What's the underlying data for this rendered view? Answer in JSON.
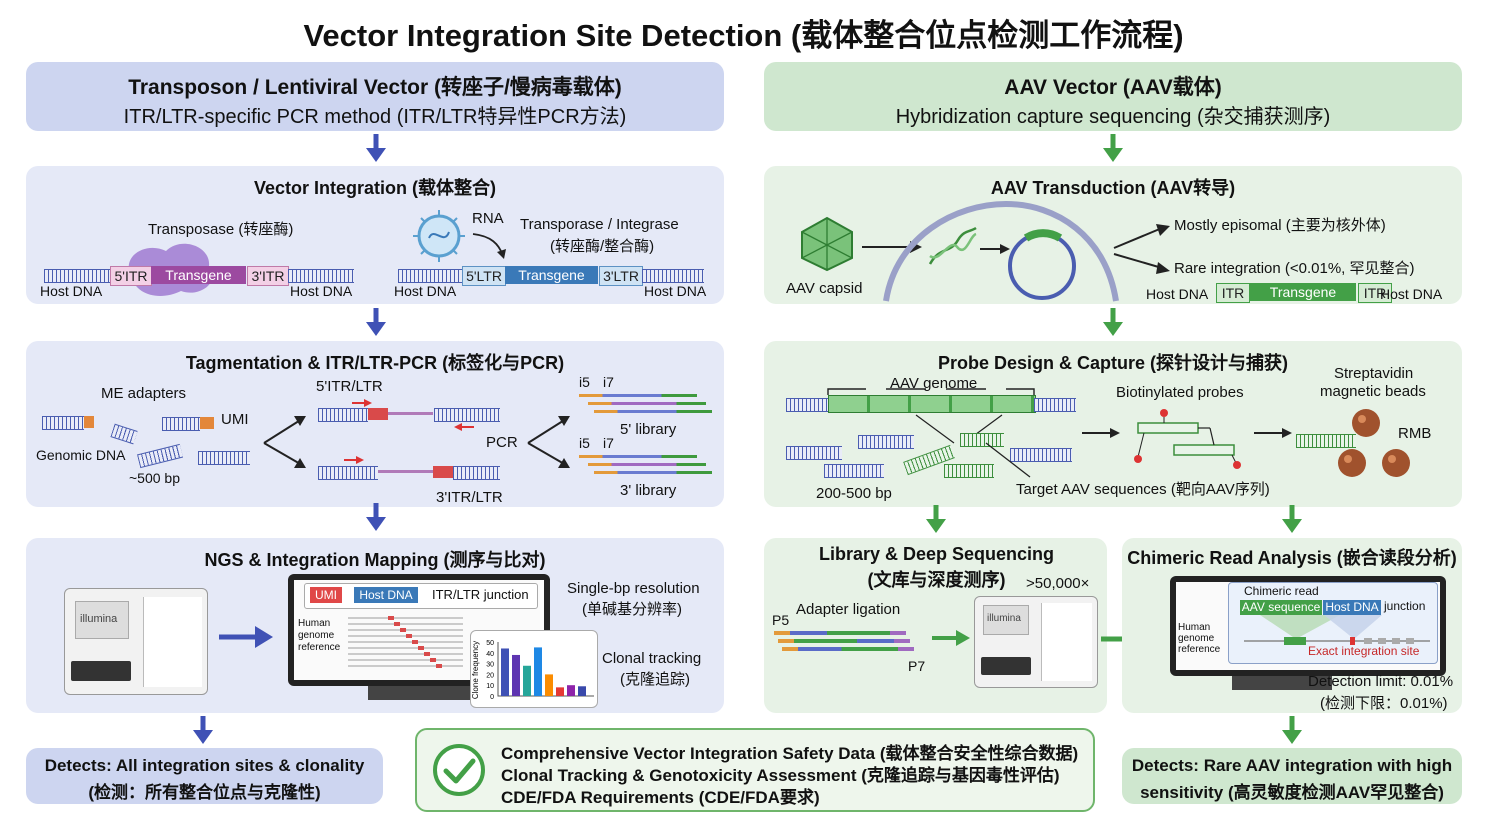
{
  "title": "Vector Integration Site Detection (载体整合位点检测工作流程)",
  "left": {
    "header": {
      "line1": "Transposon / Lentiviral Vector (转座子/慢病毒载体)",
      "line2": "ITR/LTR-specific PCR method (ITR/LTR特异性PCR方法)"
    },
    "integration": {
      "title": "Vector Integration (载体整合)",
      "transposase": "Transposase (转座酶)",
      "itr5": "5'ITR",
      "transgene": "Transgene",
      "itr3": "3'ITR",
      "host_dna": "Host DNA",
      "rna": "RNA",
      "transporase_integrase": "Transporase / Integrase",
      "transporase_integrase_cn": "(转座酶/整合酶)",
      "ltr5": "5'LTR",
      "ltr3": "3'LTR"
    },
    "tagmentation": {
      "title": "Tagmentation & ITR/LTR-PCR (标签化与PCR)",
      "me_adapters": "ME adapters",
      "umi": "UMI",
      "genomic_dna": "Genomic DNA",
      "bp": "~500 bp",
      "itr5_ltr": "5'ITR/LTR",
      "itr3_ltr": "3'ITR/LTR",
      "pcr": "PCR",
      "i5": "i5",
      "i7": "i7",
      "lib5": "5' library",
      "lib3": "3' library"
    },
    "ngs": {
      "title": "NGS & Integration Mapping (测序与比对)",
      "illumina": "illumina",
      "umi": "UMI",
      "host_dna": "Host DNA",
      "junction": "ITR/LTR junction",
      "human_ref": "Human genome reference",
      "single_bp": "Single-bp resolution",
      "single_bp_cn": "(单碱基分辨率)",
      "clonal": "Clonal tracking",
      "clonal_cn": "(克隆追踪)",
      "clone_freq": "Clone frequency",
      "yticks": [
        "50",
        "40",
        "30",
        "20",
        "10",
        "0"
      ]
    },
    "detects": {
      "line1": "Detects: All integration sites & clonality",
      "line2": "(检测：所有整合位点与克隆性)"
    }
  },
  "right": {
    "header": {
      "line1": "AAV Vector (AAV载体)",
      "line2": "Hybridization capture sequencing (杂交捕获测序)"
    },
    "transduction": {
      "title": "AAV Transduction (AAV转导)",
      "capsid": "AAV capsid",
      "episomal": "Mostly episomal (主要为核外体)",
      "rare": "Rare integration (<0.01%, 罕见整合)",
      "host_dna": "Host DNA",
      "itr": "ITR",
      "transgene": "Transgene"
    },
    "probe": {
      "title": "Probe Design & Capture (探针设计与捕获)",
      "aav_genome": "AAV genome",
      "biotinylated": "Biotinylated probes",
      "streptavidin": "Streptavidin",
      "magnetic": "magnetic beads",
      "rmb": "RMB",
      "bp": "200-500 bp",
      "target": "Target AAV sequences (靶向AAV序列)"
    },
    "library": {
      "title1": "Library & Deep Sequencing",
      "title2": "(文库与深度测序)",
      "depth": ">50,000×",
      "adapter": "Adapter ligation",
      "p5": "P5",
      "p7": "P7",
      "illumina": "illumina"
    },
    "chimeric": {
      "title": "Chimeric Read Analysis (嵌合读段分析)",
      "chimeric_read": "Chimeric read",
      "aav_seq": "AAV sequence",
      "host_dna": "Host DNA",
      "junction": "junction",
      "human_ref": "Human genome reference",
      "exact": "Exact integration site",
      "limit": "Detection limit: 0.01%",
      "limit_cn": "(检测下限：0.01%)"
    },
    "detects": {
      "line1": "Detects: Rare AAV integration with high",
      "line2": "sensitivity (高灵敏度检测AAV罕见整合)"
    }
  },
  "summary": {
    "line1": "Comprehensive Vector Integration Safety Data (载体整合安全性综合数据)",
    "line2": "Clonal Tracking & Genotoxicity Assessment (克隆追踪与基因毒性评估)",
    "line3": "CDE/FDA Requirements (CDE/FDA要求)"
  },
  "colors": {
    "blue_accent": "#3f51b5",
    "green_accent": "#43a047",
    "transgene_purple": "#9c4aa0",
    "transgene_blue": "#3a79b8",
    "umi_red": "#e04848"
  },
  "icons": [
    "check-icon",
    "virus-icon",
    "aav-capsid-icon",
    "sequencer-icon",
    "monitor-icon",
    "magnetic-bead-icon"
  ]
}
